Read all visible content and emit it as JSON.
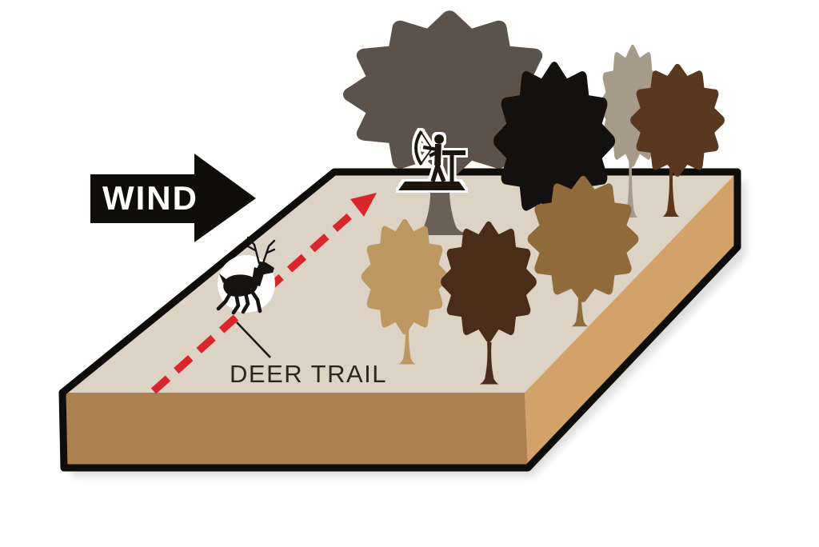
{
  "labels": {
    "wind": "WIND",
    "deer_trail": "DEER TRAIL"
  },
  "colors": {
    "background": "#ffffff",
    "plot_top_face": "#dcd3c4",
    "plot_front_face": "#ad8050",
    "plot_side_face": "#d2a269",
    "outline_black": "#0f0d0a",
    "wind_arrow_black": "#0f0d0a",
    "trail_red": "#d9252c",
    "label_text": "#2b251e",
    "deer_black": "#161310",
    "deer_circle_white": "#ffffff",
    "hunter_black": "#1a1611",
    "treestand_trunk_gray": "#6a6055",
    "shadow_gray": "#9b9b9b"
  },
  "trees": [
    {
      "name": "large-gray-oak",
      "color": "#5d5249"
    },
    {
      "name": "black-tree",
      "color": "#131110"
    },
    {
      "name": "pale-gray-tree",
      "color": "#a69a8b"
    },
    {
      "name": "dark-brown-tree-right",
      "color": "#5a381f"
    },
    {
      "name": "tan-tree",
      "color": "#bd9862"
    },
    {
      "name": "dark-brown-tree-center",
      "color": "#4a2d18"
    },
    {
      "name": "olive-brown-tree",
      "color": "#8f6b3c"
    }
  ],
  "icons": {
    "wind_arrow": "wind-arrow-icon",
    "deer": "deer-icon",
    "hunter": "hunter-treestand-icon",
    "trail": "trail-dashed-arrow-icon",
    "trees": "tree-icon"
  }
}
